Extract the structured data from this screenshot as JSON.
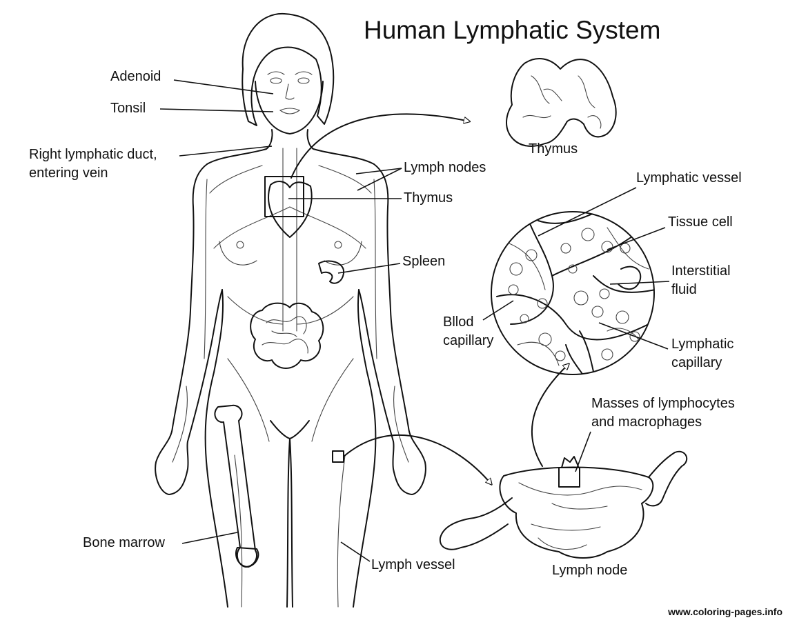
{
  "title": "Human Lymphatic System",
  "labels": {
    "adenoid": "Adenoid",
    "tonsil": "Tonsil",
    "right_duct_line1": "Right lymphatic duct,",
    "right_duct_line2": "entering vein",
    "lymph_nodes": "Lymph nodes",
    "thymus_body": "Thymus",
    "thymus_inset": "Thymus",
    "spleen": "Spleen",
    "lymphatic_vessel": "Lymphatic vessel",
    "tissue_cell": "Tissue cell",
    "interstitial_line1": "Interstitial",
    "interstitial_line2": "fluid",
    "blood_capillary_line1": "Bllod",
    "blood_capillary_line2": "capillary",
    "lymphatic_capillary_line1": "Lymphatic",
    "lymphatic_capillary_line2": "capillary",
    "masses_line1": "Masses of lymphocytes",
    "masses_line2": "and macrophages",
    "bone_marrow": "Bone marrow",
    "lymph_vessel": "Lymph vessel",
    "lymph_node": "Lymph node"
  },
  "credit": "www.coloring-pages.info"
}
